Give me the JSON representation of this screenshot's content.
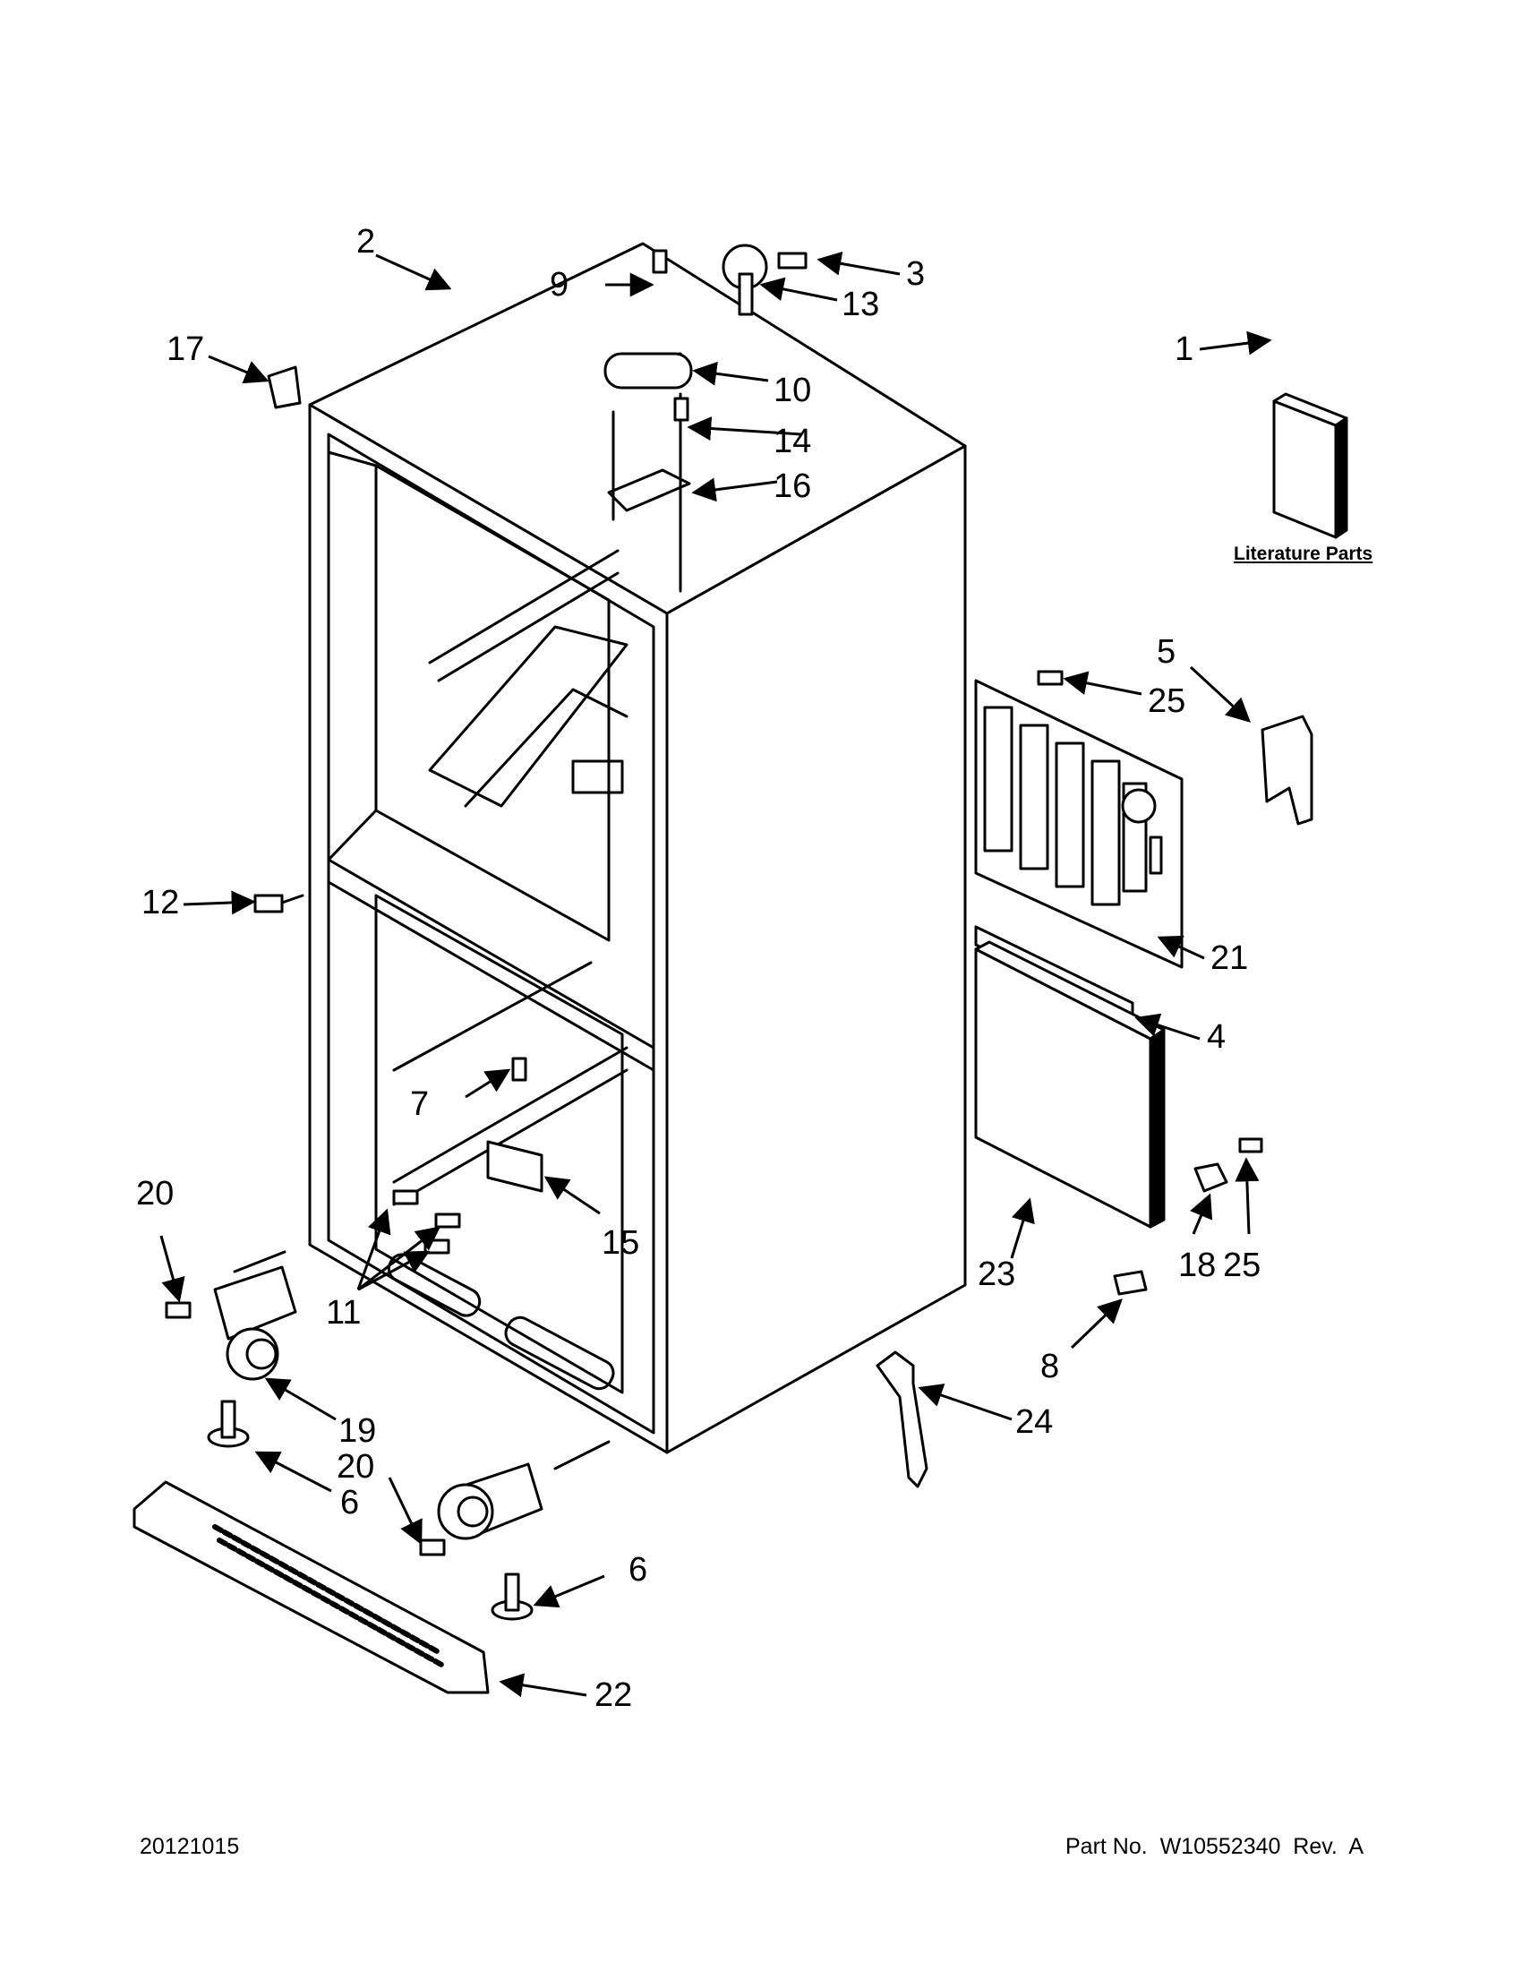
{
  "literature_caption": "Literature Parts",
  "footer": {
    "date_code": "20121015",
    "part_number": "Part No.  W10552340  Rev.  A"
  },
  "callouts": [
    "1",
    "2",
    "3",
    "4",
    "5",
    "6",
    "6",
    "7",
    "8",
    "9",
    "10",
    "11",
    "12",
    "13",
    "14",
    "15",
    "16",
    "17",
    "18",
    "19",
    "20",
    "20",
    "21",
    "22",
    "23",
    "24",
    "25",
    "25"
  ]
}
